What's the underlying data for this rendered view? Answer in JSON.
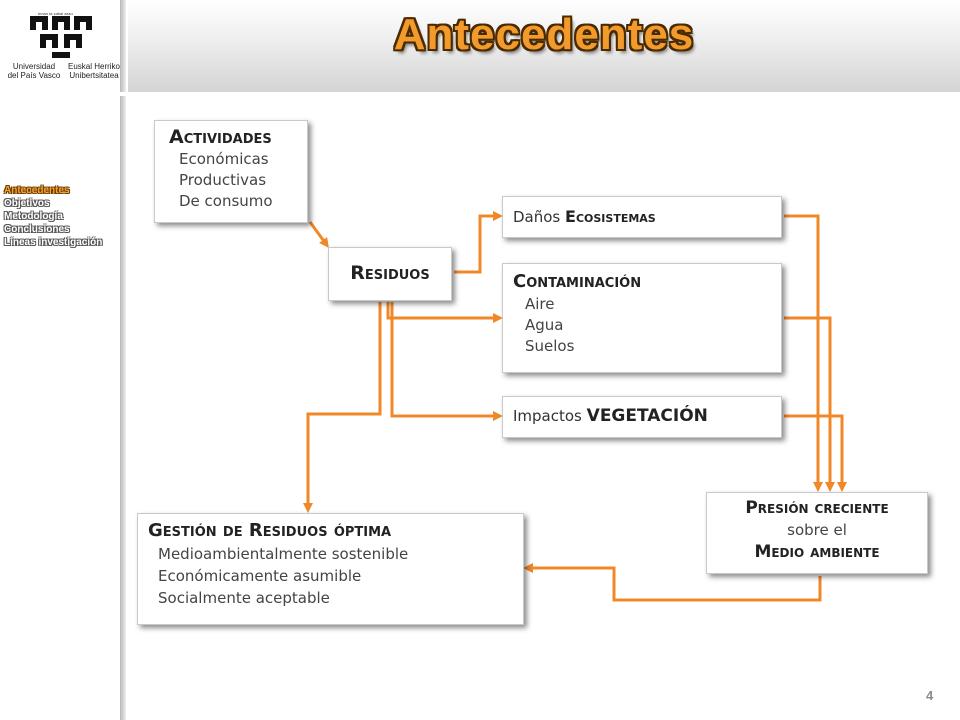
{
  "header": {
    "title": "Antecedentes"
  },
  "logo": {
    "caption": "eman ta zabal zazu",
    "left_text_1": "Universidad",
    "left_text_2": "del País Vasco",
    "right_text_1": "Euskal Herriko",
    "right_text_2": "Unibertsitatea"
  },
  "nav": {
    "items": [
      "Antecedentes",
      "Objetivos",
      "Metodología",
      "Conclusiones",
      "Líneas investigación"
    ],
    "active_index": 0
  },
  "diagram": {
    "actividades": {
      "title": "Actividades",
      "items": [
        "Económicas",
        "Productivas",
        "De consumo"
      ]
    },
    "residuos": {
      "title": "Residuos"
    },
    "danos": {
      "prefix": "Daños",
      "title": "Ecosistemas"
    },
    "contaminacion": {
      "title": "Contaminación",
      "items": [
        "Aire",
        "Agua",
        "Suelos"
      ]
    },
    "vegetacion": {
      "prefix": "Impactos",
      "title": "VEGETACIÓN"
    },
    "presion": {
      "title_1": "Presión creciente",
      "middle": "sobre el",
      "title_2": "Medio ambiente"
    },
    "gestion": {
      "title": "Gestión de Residuos óptima",
      "items": [
        "Medioambientalmente sostenible",
        "Económicamente asumible",
        "Socialmente aceptable"
      ]
    }
  },
  "colors": {
    "accent": "#f39a2c",
    "connector": "#f0882a",
    "title_outline": "#4a2a00"
  },
  "footer": {
    "page_number": "4"
  }
}
